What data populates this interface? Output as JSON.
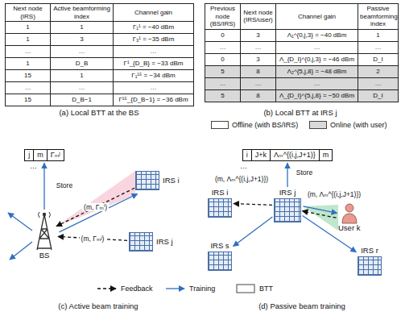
{
  "diagram": {
    "nodes": [
      {
        "text": [
          "j",
          "m",
          "Γₘʲ"
        ]
      },
      {
        "text": [
          "IRS i"
        ]
      },
      {
        "text": [
          "BS"
        ]
      },
      {
        "text": [
          "IRS j"
        ]
      },
      {
        "text": [
          "i",
          "J+k",
          "Λₘ^{(i,j,J+1)}",
          "m"
        ]
      },
      {
        "text": [
          "IRS i"
        ]
      },
      {
        "text": [
          "IRS j"
        ]
      },
      {
        "text": [
          "User k"
        ]
      },
      {
        "text": [
          "IRS s"
        ]
      },
      {
        "text": [
          "IRS r"
        ]
      }
    ],
    "edges": [
      {
        "from": 2,
        "to": 0,
        "arrow": "to",
        "label": "Store"
      },
      {
        "from": 2,
        "to": 1,
        "arrow": "to"
      },
      {
        "from": 1,
        "to": 2,
        "arrow": "to",
        "label": "(m, Γₘⁱ)"
      },
      {
        "from": 3,
        "to": 2,
        "arrow": "to",
        "label": "(m, Γₘʲ)"
      },
      {
        "from": 6,
        "to": 4,
        "arrow": "to",
        "label": "Store"
      },
      {
        "from": 6,
        "to": 7,
        "arrow": "to"
      },
      {
        "from": 7,
        "to": 6,
        "arrow": "to",
        "label": "(m, Λₘ^{(i,j,J+1)})"
      },
      {
        "from": 6,
        "to": 5,
        "arrow": "to",
        "label": "(m, Λₘ^{(i,j,J+1)})"
      },
      {
        "from": 6,
        "to": 8,
        "arrow": "to"
      },
      {
        "from": 6,
        "to": 9,
        "arrow": "to"
      }
    ],
    "labels": [
      "Next node (IRS)",
      "Active beamforming index",
      "Channel gain",
      "1",
      "1",
      "Γ₁¹ = −40 dBm",
      "1",
      "3",
      "Γ₃¹ = −35 dBm",
      "…",
      "…",
      "…",
      "1",
      "D_B",
      "Γ¹_{D_B} = −33 dBm",
      "15",
      "1",
      "Γ₁¹⁵ = −34 dBm",
      "…",
      "…",
      "…",
      "15",
      "D_B−1",
      "Γ¹⁵_{D_B−1} = −36 dBm",
      "Previous node (BS/IRS)",
      "Next node (IRS/user)",
      "Channel gain",
      "Passive beamforming index",
      "0",
      "3",
      "Λ₁^{0,j,3} = −40 dBm",
      "1",
      "…",
      "…",
      "…",
      "…",
      "0",
      "3",
      "Λ_{D_I}^{0,j,3} = −46 dBm",
      "D_I",
      "5",
      "8",
      "Λ₂^{5,j,8} = −48 dBm",
      "2",
      "…",
      "…",
      "…",
      "…",
      "5",
      "8",
      "Λ_{D_I}^{5,j,8} = −50 dBm",
      "D_I",
      "(a) Local BTT at the BS",
      "(b) Local BTT at IRS j",
      "…",
      "…",
      "(c) Active beam training",
      "(d) Passive beam training"
    ],
    "legend": [
      {
        "text": "Offline (with BS/IRS)",
        "color": "#ffffff"
      },
      {
        "text": "Online (with user)",
        "color": "#d9d9d9"
      },
      {
        "text": "Feedback"
      },
      {
        "text": "Training"
      },
      {
        "text": "BTT"
      }
    ]
  }
}
